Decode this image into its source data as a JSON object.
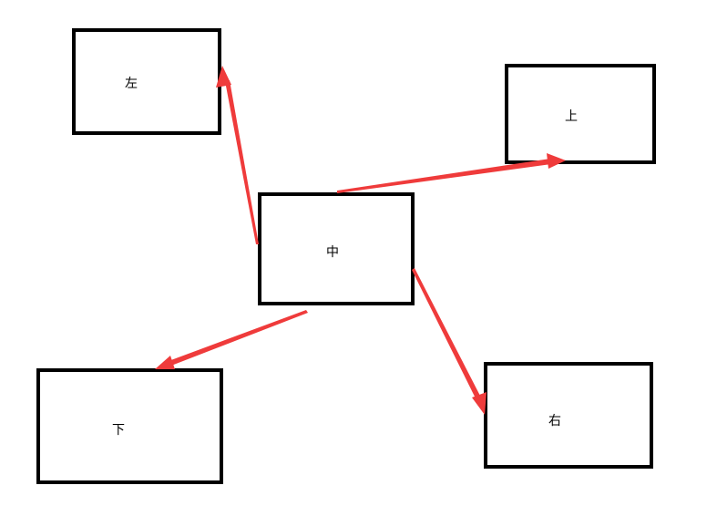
{
  "boxes": {
    "center": {
      "label": "中"
    },
    "left": {
      "label": "左"
    },
    "up": {
      "label": "上"
    },
    "down": {
      "label": "下"
    },
    "right": {
      "label": "右"
    }
  },
  "colors": {
    "box_border": "#000000",
    "arrow": "#ef3b3b",
    "background": "#ffffff"
  }
}
